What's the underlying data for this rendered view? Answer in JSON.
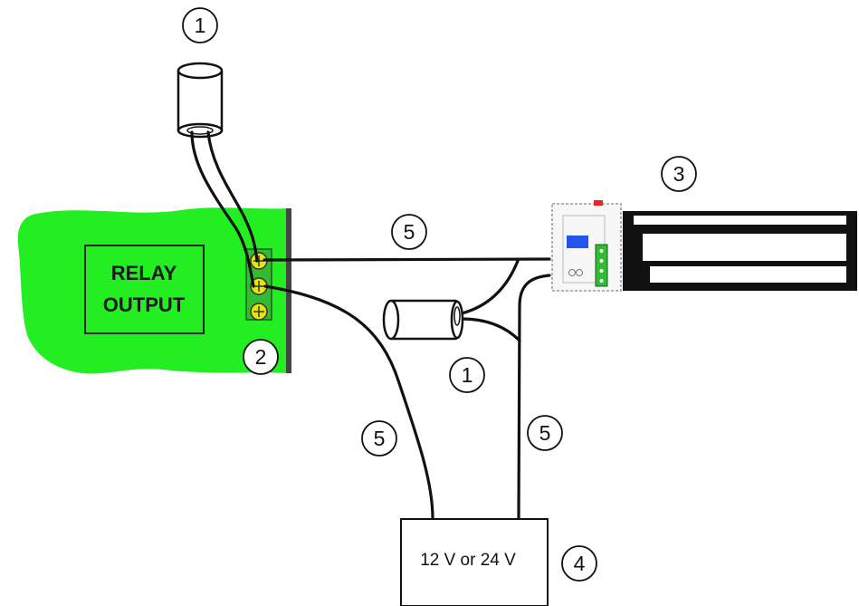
{
  "relay_board": {
    "label_line1": "RELAY",
    "label_line2": "OUTPUT",
    "color": "#22ee22"
  },
  "power_supply": {
    "label": "12 V or 24 V"
  },
  "callouts": {
    "diode_top": "1",
    "diode_mid": "1",
    "terminal_block": "2",
    "maglock": "3",
    "power_supply": "4",
    "wire_top": "5",
    "wire_left": "5",
    "wire_right": "5"
  },
  "colors": {
    "board_green": "#22ee22",
    "terminal_green": "#33bb33",
    "terminal_screw": "#e6e600",
    "indicator_blue": "#2255ee",
    "indicator_red": "#ee2222",
    "wire": "#111111"
  }
}
